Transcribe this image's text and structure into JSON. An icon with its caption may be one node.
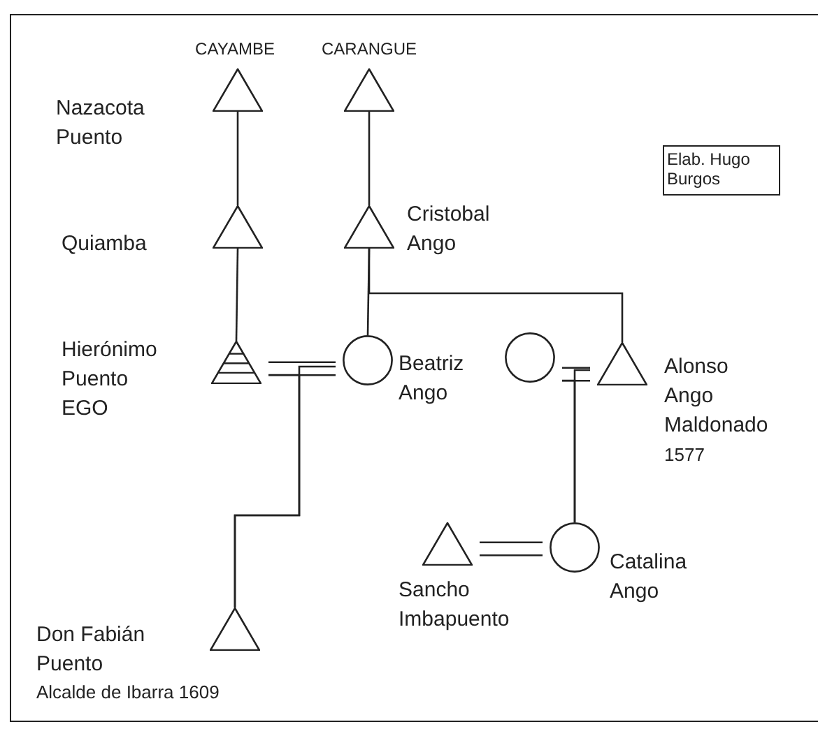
{
  "diagram": {
    "nodes": [
      {
        "text": [],
        "shape": "triangle",
        "beside": [
          "CAYAMBE",
          "Nazacota Puento"
        ]
      },
      {
        "text": [],
        "shape": "triangle",
        "beside": [
          "CARANGUE"
        ]
      },
      {
        "text": [
          "Elab. Hugo Burgos"
        ]
      },
      {
        "text": [],
        "shape": "triangle",
        "beside": [
          "Quiamba"
        ]
      },
      {
        "text": [],
        "shape": "triangle",
        "beside": [
          "Cristobal Ango"
        ]
      },
      {
        "text": [],
        "shape": "hatched-triangle",
        "beside": [
          "Hierónimo Puento EGO"
        ]
      },
      {
        "text": [],
        "shape": "circle",
        "beside": [
          "Beatriz Ango"
        ]
      },
      {
        "text": [],
        "shape": "circle"
      },
      {
        "text": [],
        "shape": "triangle",
        "beside": [
          "Alonso Ango Maldonado",
          "1577"
        ]
      },
      {
        "text": [],
        "shape": "triangle",
        "beside": [
          "Sancho Imbapuento"
        ]
      },
      {
        "text": [],
        "shape": "circle",
        "beside": [
          "Catalina Ango"
        ]
      },
      {
        "text": [],
        "shape": "triangle",
        "beside": [
          "Don Fabián Puento",
          "Alcalde de Ibarra 1609"
        ]
      }
    ],
    "edges": [
      {
        "from": 0,
        "to": 3,
        "arrow": "none"
      },
      {
        "from": 3,
        "to": 5,
        "arrow": "none"
      },
      {
        "from": 1,
        "to": 4,
        "arrow": "none"
      },
      {
        "from": 4,
        "to": 6,
        "arrow": "none"
      },
      {
        "from": 4,
        "to": 8,
        "arrow": "none"
      },
      {
        "from": 5,
        "to": 6,
        "arrow": "none"
      },
      {
        "from": 5,
        "to": 11,
        "arrow": "none"
      },
      {
        "from": 6,
        "to": 11,
        "arrow": "none"
      },
      {
        "from": 7,
        "to": 8,
        "arrow": "none"
      },
      {
        "from": 7,
        "to": 10,
        "arrow": "none"
      },
      {
        "from": 8,
        "to": 10,
        "arrow": "none"
      },
      {
        "from": 9,
        "to": 10,
        "arrow": "none"
      }
    ]
  }
}
